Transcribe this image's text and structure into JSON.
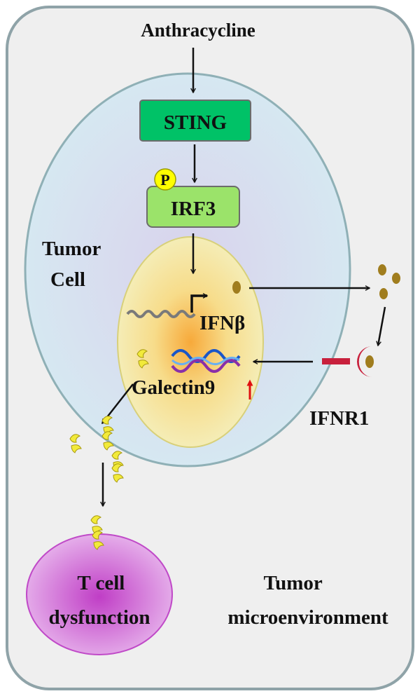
{
  "labels": {
    "anthracycline": "Anthracycline",
    "sting": "STING",
    "phospho": "P",
    "irf3": "IRF3",
    "tumor_cell_line1": "Tumor",
    "tumor_cell_line2": "Cell",
    "ifnb": "IFNβ",
    "galectin9": "Galectin9",
    "ifnr1": "IFNR1",
    "t_cell_line1": "T cell",
    "t_cell_line2": "dysfunction",
    "tme_line1": "Tumor",
    "tme_line2": "microenvironment"
  },
  "colors": {
    "microenvironment_fill": "#efefef",
    "microenvironment_stroke": "#8fa3a8",
    "cell_fill": "#d8e8f0",
    "cell_center": "#d9d2ec",
    "nucleus_fill": "#f6ecaa",
    "nucleus_center": "#f7b94a",
    "sting_fill": "#00c267",
    "irf3_fill": "#9be36a",
    "phospho_fill": "#ffff00",
    "galectin_yellow": "#f2ea3a",
    "ifn_particle": "#a07d1e",
    "receptor_red": "#c8203c",
    "t_cell_fill": "#d89ce0",
    "t_cell_center": "#c04ac8",
    "up_arrow": "#e01010"
  }
}
